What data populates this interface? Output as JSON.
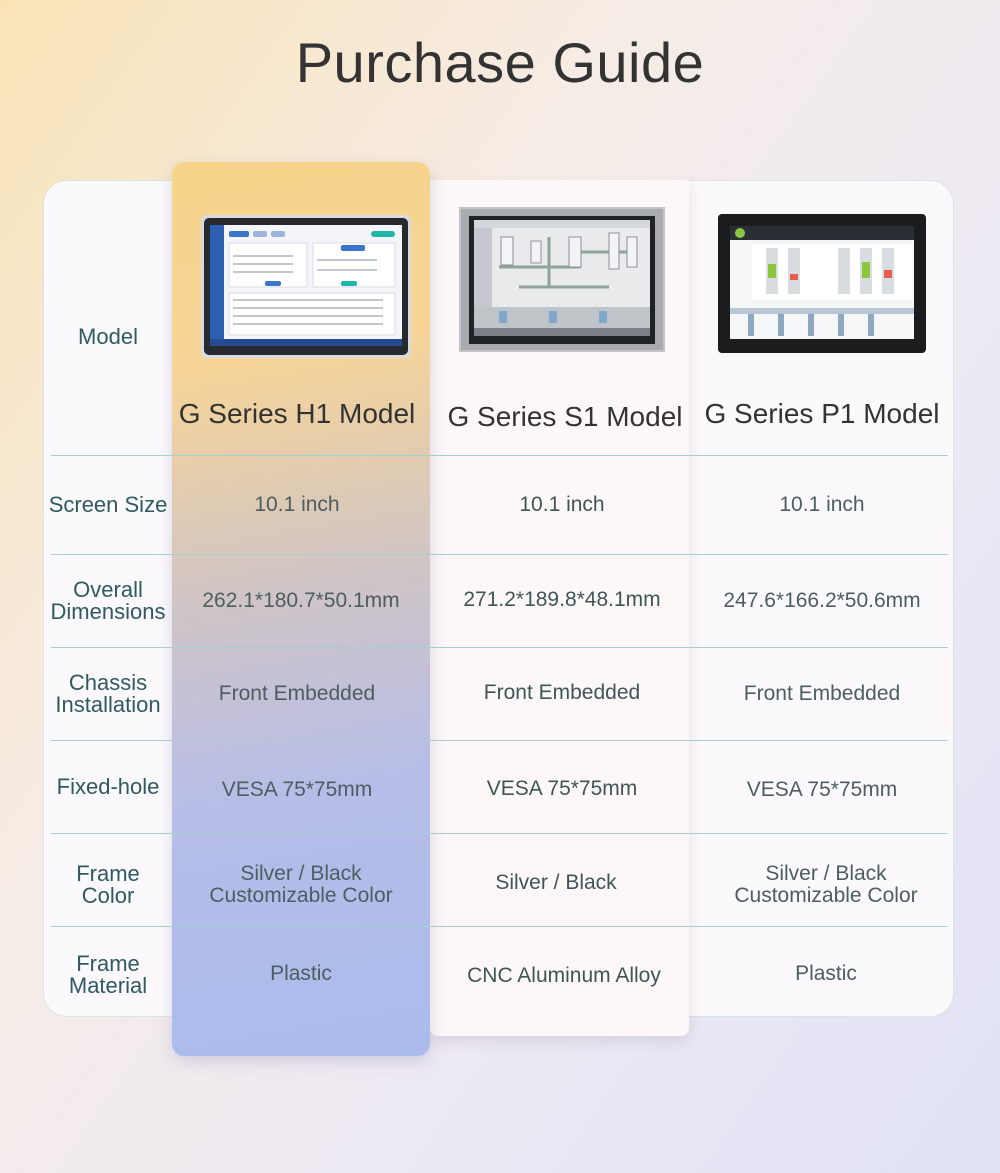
{
  "page": {
    "title": "Purchase Guide"
  },
  "rows": [
    {
      "label": [
        "Screen Size"
      ],
      "values": [
        [
          "10.1 inch"
        ],
        [
          "10.1 inch"
        ],
        [
          "10.1 inch"
        ]
      ]
    },
    {
      "label": [
        "Overall",
        "Dimensions"
      ],
      "values": [
        [
          "262.1*180.7*50.1mm"
        ],
        [
          "271.2*189.8*48.1mm"
        ],
        [
          "247.6*166.2*50.6mm"
        ]
      ]
    },
    {
      "label": [
        "Chassis",
        "Installation"
      ],
      "values": [
        [
          "Front Embedded"
        ],
        [
          "Front Embedded"
        ],
        [
          "Front Embedded"
        ]
      ]
    },
    {
      "label": [
        "Fixed-hole"
      ],
      "values": [
        [
          "VESA 75*75mm"
        ],
        [
          "VESA 75*75mm"
        ],
        [
          "VESA 75*75mm"
        ]
      ]
    },
    {
      "label": [
        "Frame",
        "Color"
      ],
      "values": [
        [
          "Silver / Black",
          "Customizable Color"
        ],
        [
          "Silver / Black"
        ],
        [
          "Silver / Black",
          "Customizable Color"
        ]
      ]
    },
    {
      "label": [
        "Frame",
        "Material"
      ],
      "values": [
        [
          "Plastic"
        ],
        [
          "CNC Aluminum Alloy"
        ],
        [
          "Plastic"
        ]
      ]
    }
  ],
  "model_row_label": "Model",
  "models": [
    "G Series H1 Model",
    "G Series S1 Model",
    "G Series P1 Model"
  ],
  "colors": {
    "accent_teal": "#2f5a60",
    "line": "#a8cfd0",
    "highlight_top": "#f6d48a",
    "highlight_bottom": "#a9bbec"
  }
}
